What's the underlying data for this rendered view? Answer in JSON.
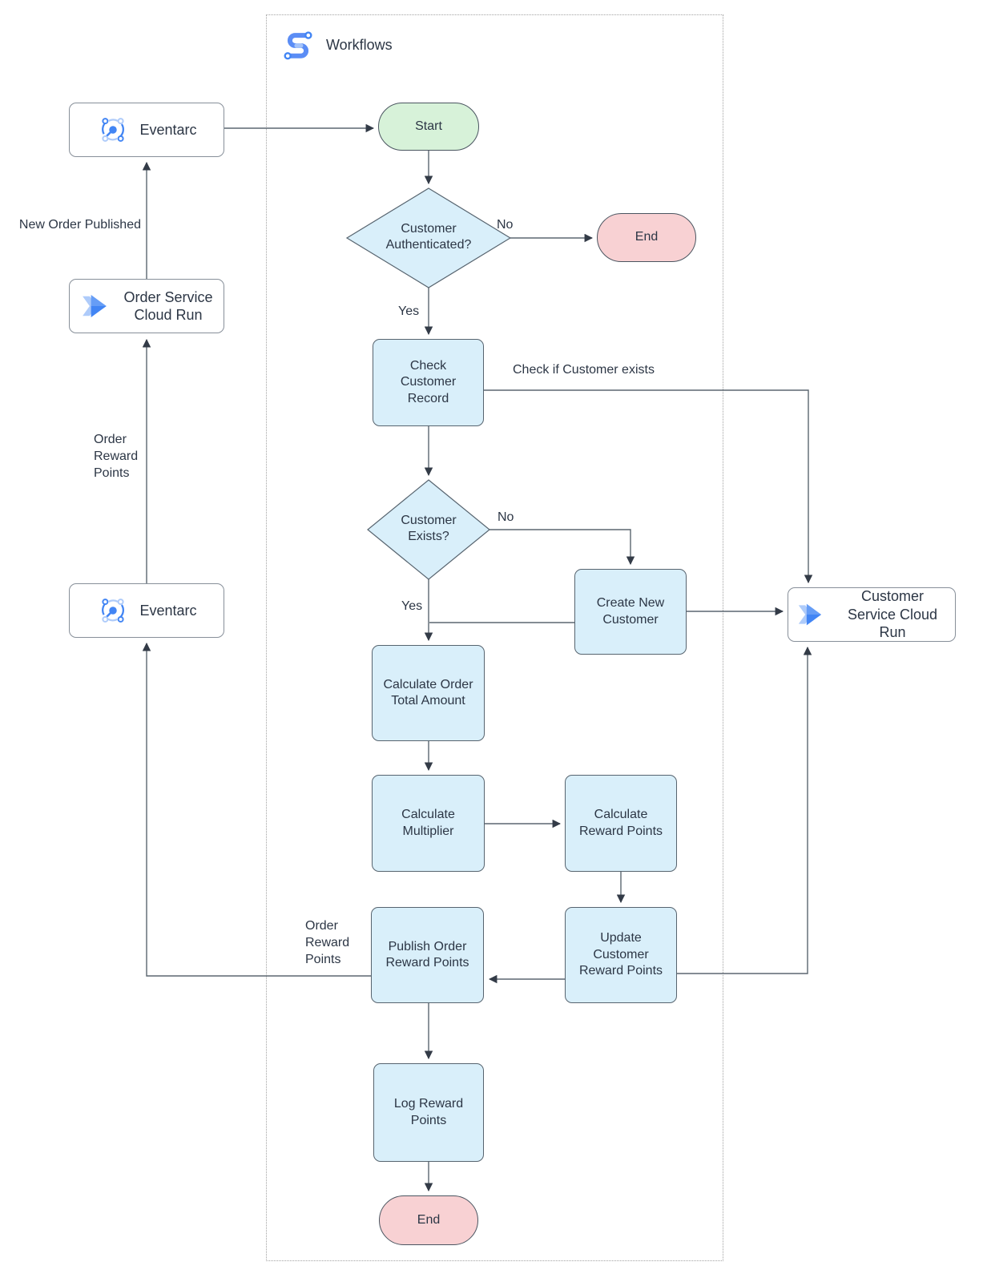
{
  "diagram": {
    "title": "Workflows",
    "colors": {
      "process_fill": "#d9effa",
      "start_fill": "#d7f2d9",
      "end_fill": "#f8d1d3",
      "service_fill": "#ffffff",
      "line": "#5b6670",
      "arrow": "#333b47",
      "google_blue": "#4285f4",
      "google_blue_light": "#aecbfa",
      "text": "#2c3645"
    },
    "services": {
      "eventarc_top": {
        "label": "Eventarc"
      },
      "order_service": {
        "label": "Order Service Cloud Run"
      },
      "eventarc_bottom": {
        "label": "Eventarc"
      },
      "customer_service": {
        "label": "Customer Service Cloud Run"
      }
    },
    "nodes": {
      "start": {
        "label": "Start"
      },
      "customer_authenticated": {
        "label": "Customer Authenticated?"
      },
      "end_top": {
        "label": "End"
      },
      "check_customer_record": {
        "label": "Check Customer Record"
      },
      "customer_exists": {
        "label": "Customer Exists?"
      },
      "create_new_customer": {
        "label": "Create New Customer"
      },
      "calculate_order_total": {
        "label": "Calculate Order Total Amount"
      },
      "calculate_multiplier": {
        "label": "Calculate Multiplier"
      },
      "calculate_reward_points": {
        "label": "Calculate Reward Points"
      },
      "update_customer_reward_points": {
        "label": "Update Customer Reward Points"
      },
      "publish_order_reward_points": {
        "label": "Publish Order Reward Points"
      },
      "log_reward_points": {
        "label": "Log Reward Points"
      },
      "end_bottom": {
        "label": "End"
      }
    },
    "edge_labels": {
      "auth_no": "No",
      "auth_yes": "Yes",
      "exists_no": "No",
      "exists_yes": "Yes",
      "check_if_customer_exists": "Check if Customer exists",
      "new_order_published": "New Order Published",
      "order_reward_points_up": "Order Reward Points",
      "order_reward_points_publish": "Order Reward Points"
    }
  }
}
